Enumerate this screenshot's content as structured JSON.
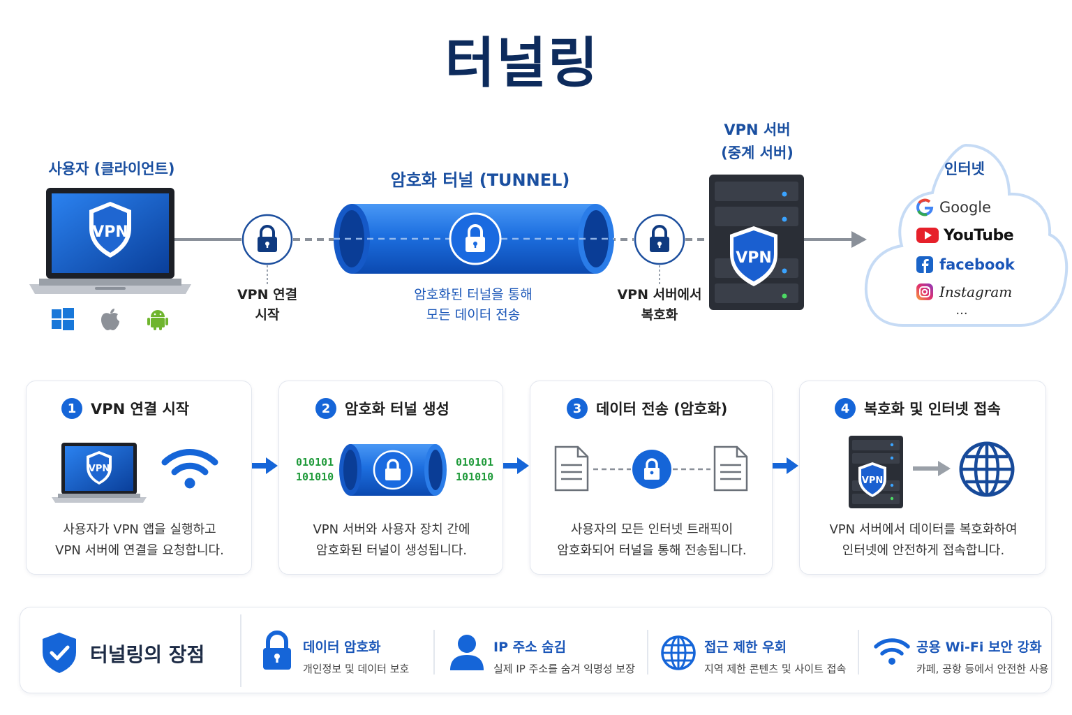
{
  "title": "터널링",
  "client": {
    "label": "사용자 (클라이언트)",
    "badge": "VPN"
  },
  "tunnel": {
    "label": "암호화 터널 (TUNNEL)",
    "caption_line1": "암호화된 터널을 통해",
    "caption_line2": "모든 데이터 전송"
  },
  "connect_start": {
    "line1": "VPN 연결",
    "line2": "시작"
  },
  "decrypt": {
    "line1": "VPN 서버에서",
    "line2": "복호화"
  },
  "server": {
    "line1": "VPN 서버",
    "line2": "(중계 서버)",
    "badge": "VPN"
  },
  "internet": {
    "label": "인터넷",
    "sites": [
      "Google",
      "YouTube",
      "facebook",
      "Instagram"
    ],
    "more": "..."
  },
  "steps": [
    {
      "num": "1",
      "title": "VPN 연결 시작",
      "desc1": "사용자가 VPN 앱을 실행하고",
      "desc2": "VPN 서버에 연결을 요청합니다.",
      "badge": "VPN"
    },
    {
      "num": "2",
      "title": "암호화 터널 생성",
      "desc1": "VPN 서버와 사용자 장치 간에",
      "desc2": "암호화된 터널이 생성됩니다.",
      "bin1": "010101",
      "bin2": "101010"
    },
    {
      "num": "3",
      "title": "데이터 전송 (암호화)",
      "desc1": "사용자의 모든 인터넷 트래픽이",
      "desc2": "암호화되어 터널을 통해 전송됩니다."
    },
    {
      "num": "4",
      "title": "복호화 및 인터넷 접속",
      "desc1": "VPN 서버에서 데이터를 복호화하여",
      "desc2": "인터넷에 안전하게 접속합니다.",
      "badge": "VPN"
    }
  ],
  "benefits": {
    "title": "터널링의 장점",
    "items": [
      {
        "title": "데이터 암호화",
        "desc": "개인정보 및 데이터 보호",
        "icon": "lock-icon"
      },
      {
        "title": "IP 주소 숨김",
        "desc": "실제 IP 주소를 숨겨 익명성 보장",
        "icon": "user-icon"
      },
      {
        "title": "접근 제한 우회",
        "desc": "지역 제한 콘텐츠 및 사이트 접속",
        "icon": "globe-icon"
      },
      {
        "title": "공용 Wi-Fi 보안 강화",
        "desc": "카페, 공항 등에서 안전한 사용",
        "icon": "wifi-icon"
      }
    ]
  },
  "colors": {
    "primary": "#1565d8",
    "navy": "#0d2b5c",
    "label_blue": "#1a4fa0",
    "green": "#1f9a3a"
  }
}
